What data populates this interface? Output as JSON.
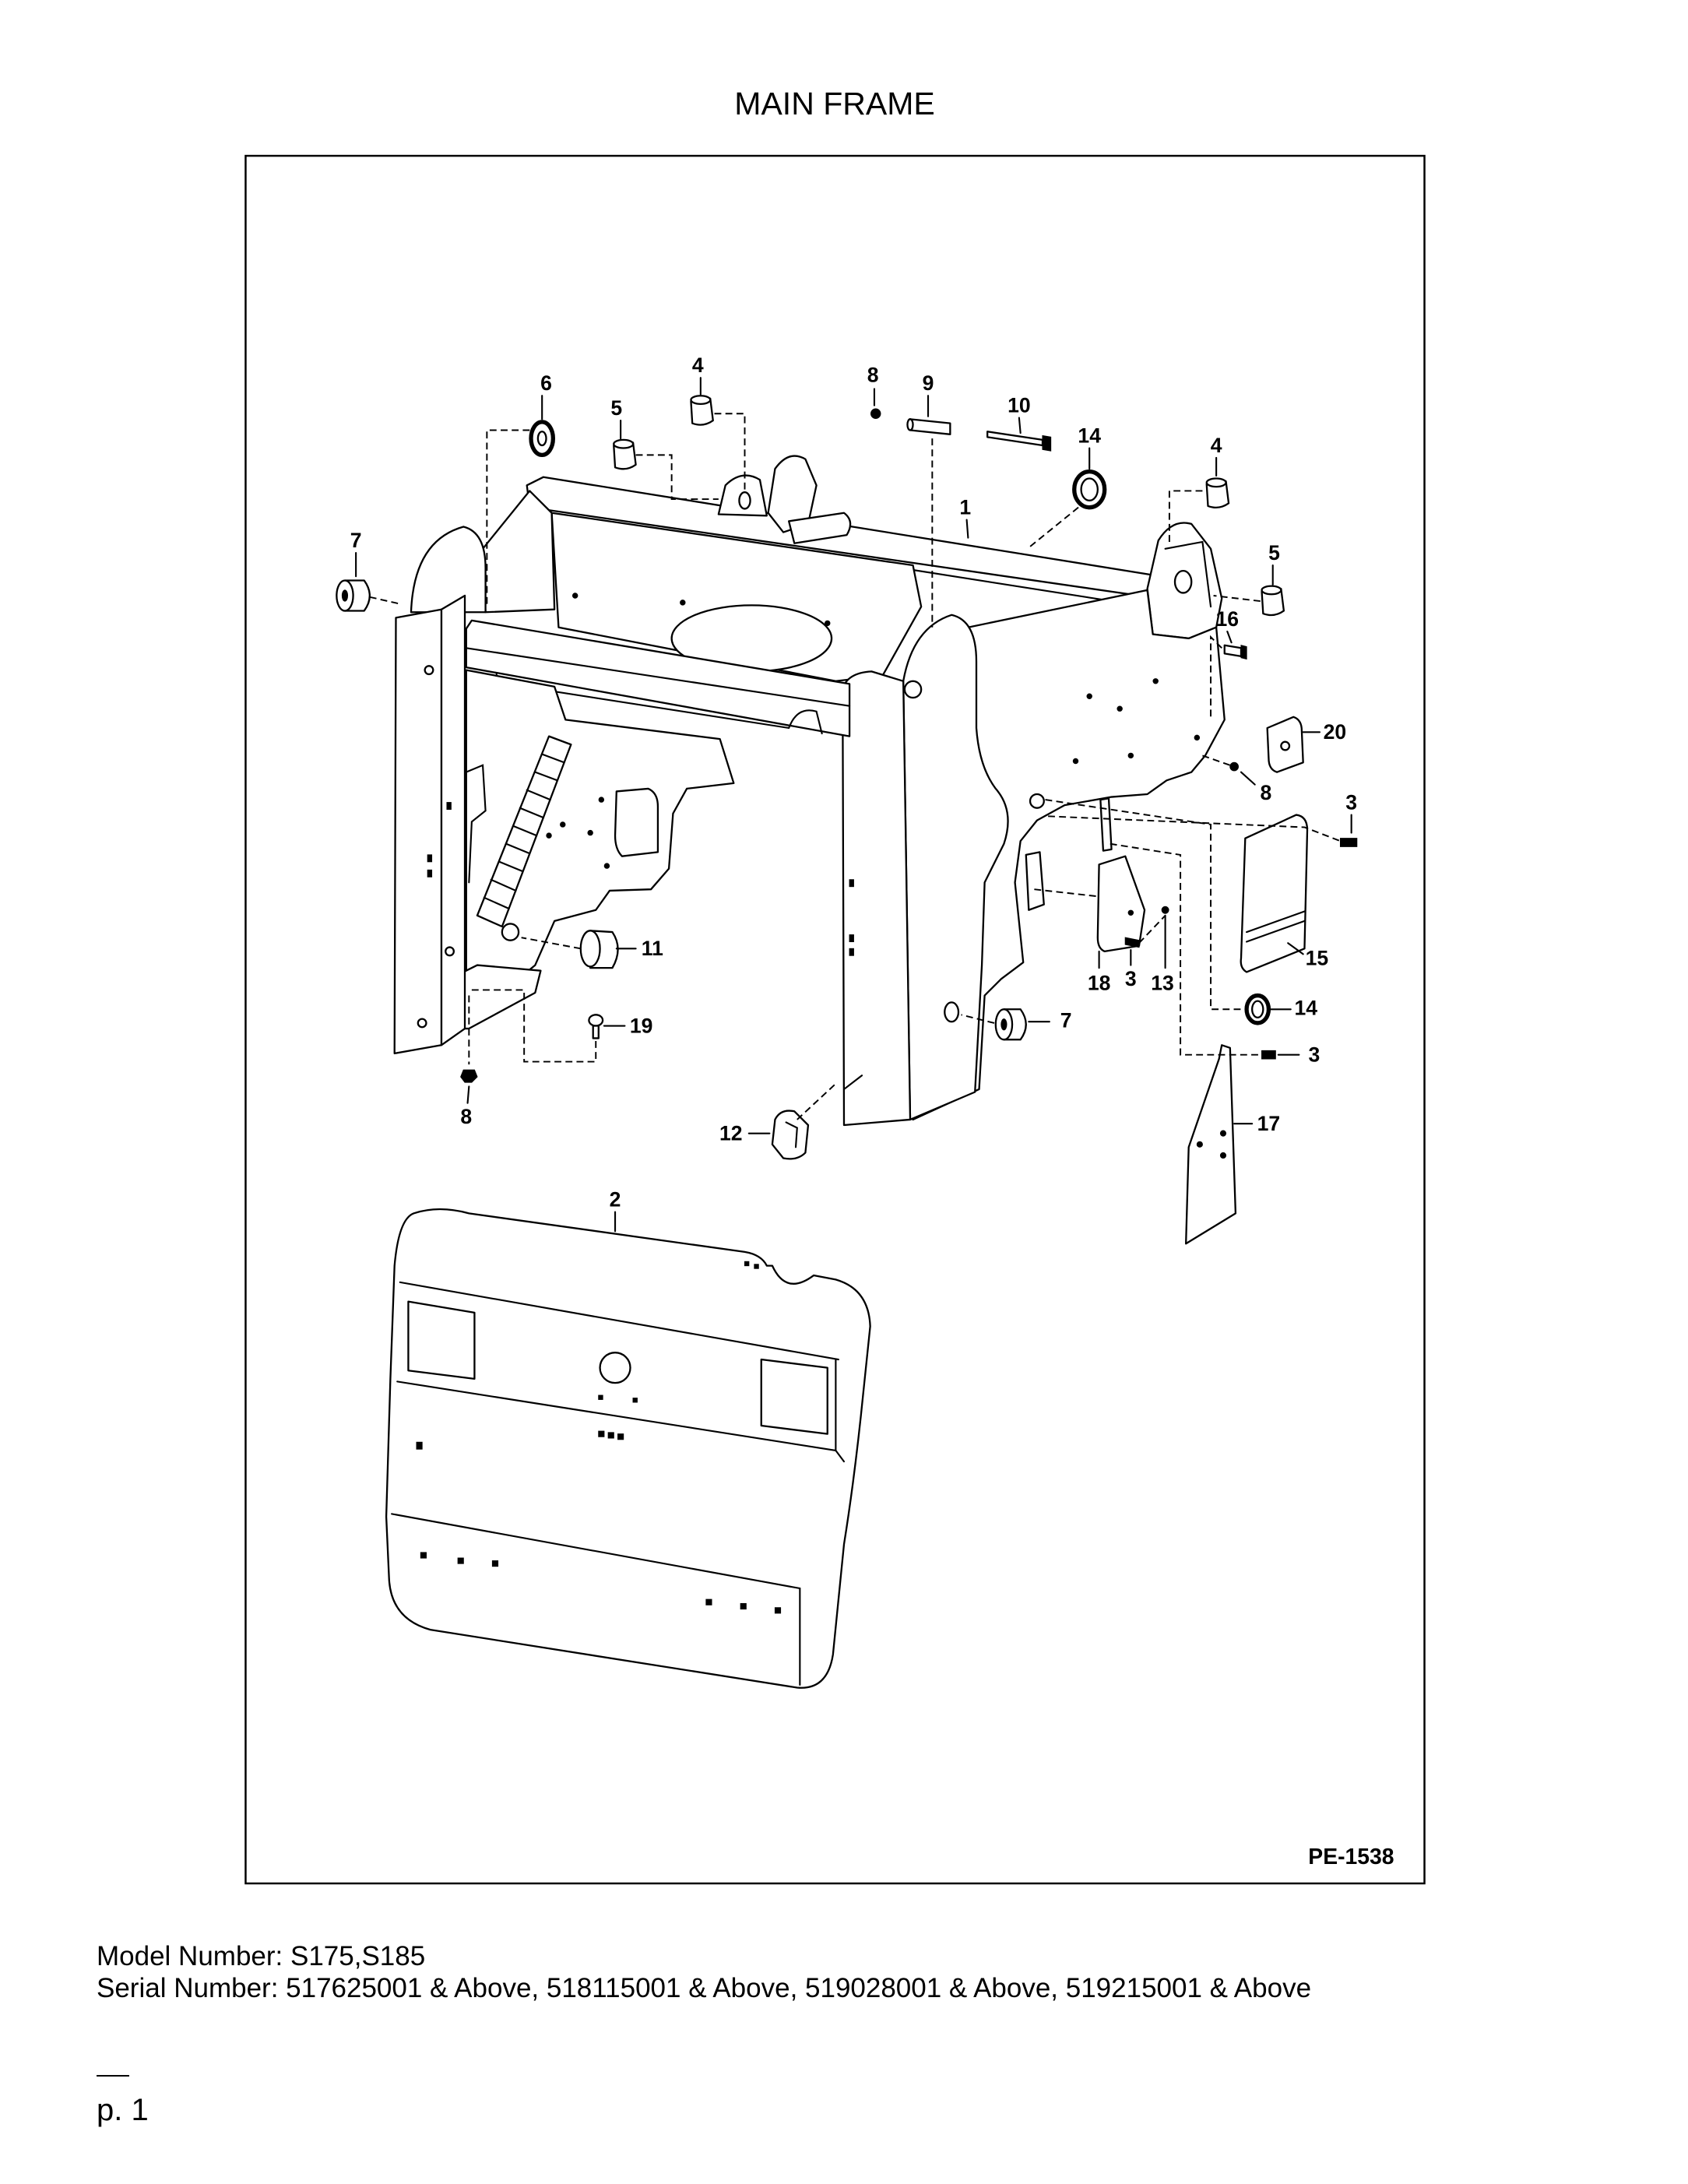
{
  "page": {
    "title": "MAIN FRAME",
    "figure_code": "PE-1538",
    "model_number": "Model Number: S175,S185",
    "serial_number": "Serial Number: 517625001 & Above, 518115001 & Above, 519028001 & Above, 519215001 & Above",
    "page_number": "p. 1"
  },
  "diagram": {
    "callouts": [
      "6",
      "4",
      "5",
      "8",
      "9",
      "10",
      "14",
      "1",
      "4",
      "5",
      "7",
      "16",
      "20",
      "8",
      "3",
      "15",
      "14",
      "3",
      "17",
      "18",
      "3",
      "13",
      "7",
      "11",
      "19",
      "8",
      "12",
      "2"
    ]
  }
}
